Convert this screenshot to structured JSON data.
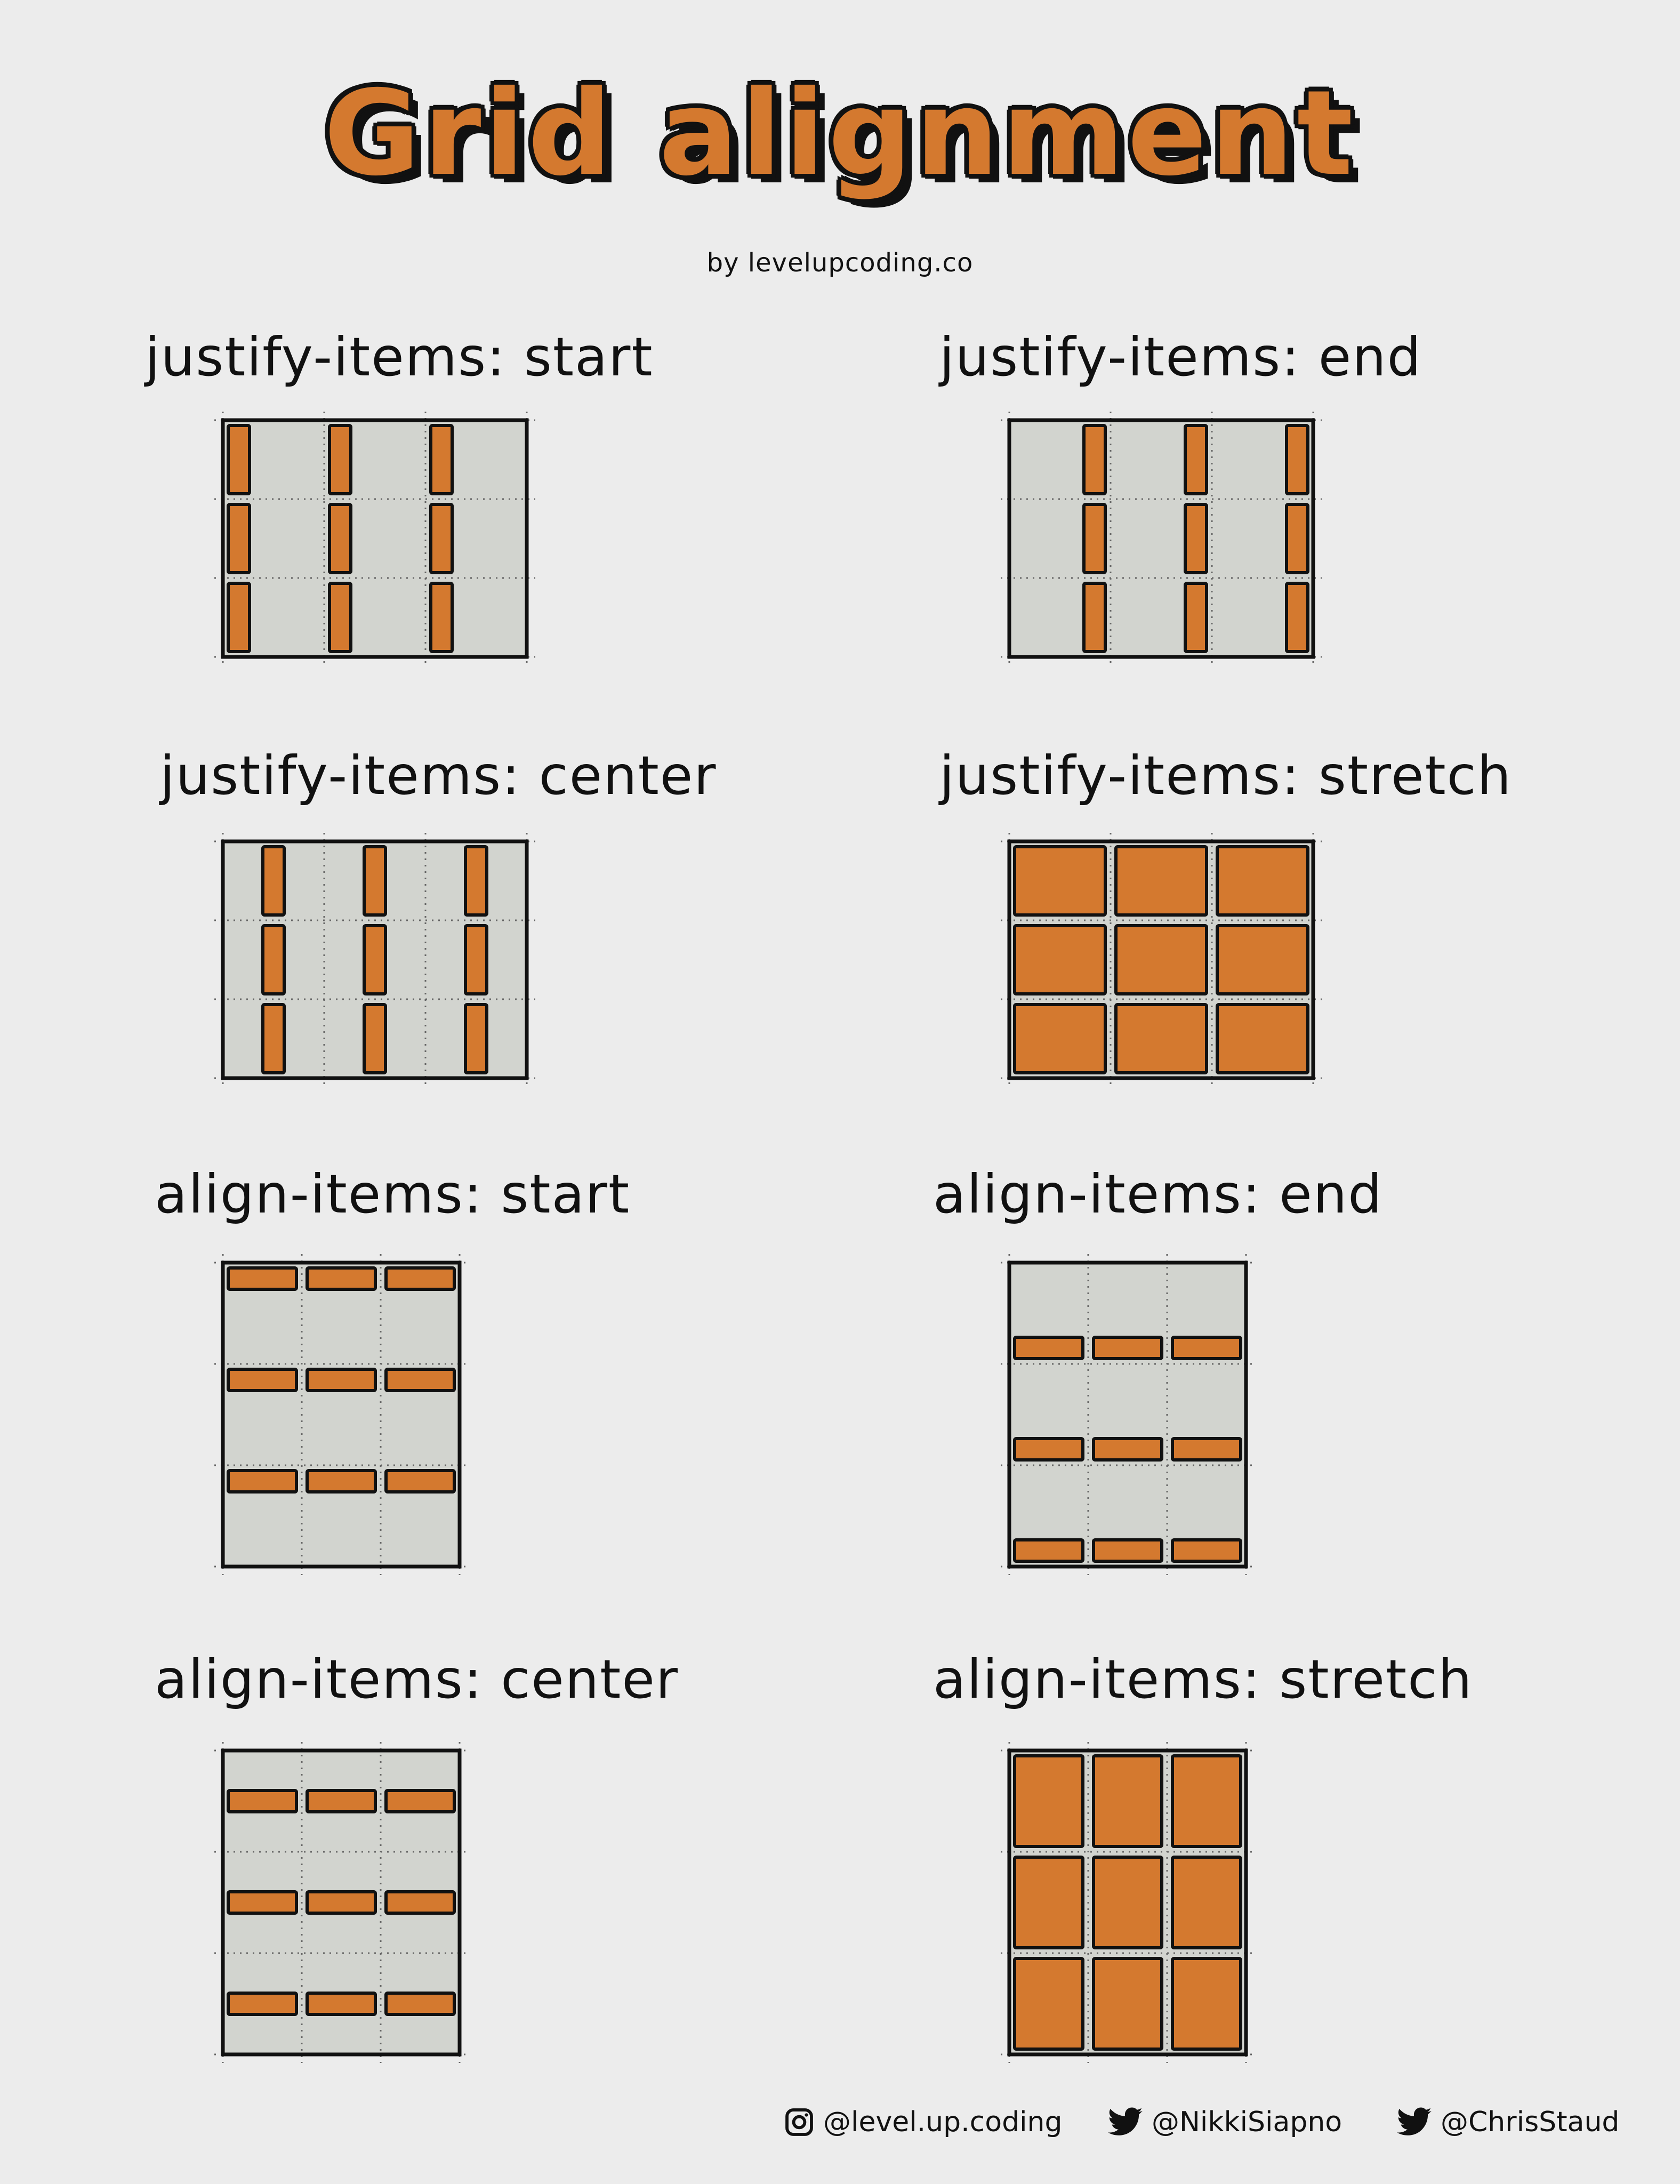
{
  "header": {
    "title": "Grid alignment",
    "byline": "by levelupcoding.co"
  },
  "colors": {
    "background": "#ececec",
    "grid_fill": "#d2d4cf",
    "item_fill": "#d4792f",
    "ink": "#111111"
  },
  "panels": [
    {
      "label": "justify-items: start",
      "axis": "justify",
      "value": "start"
    },
    {
      "label": "justify-items: end",
      "axis": "justify",
      "value": "end"
    },
    {
      "label": "justify-items: center",
      "axis": "justify",
      "value": "center"
    },
    {
      "label": "justify-items: stretch",
      "axis": "justify",
      "value": "stretch"
    },
    {
      "label": "align-items: start",
      "axis": "align",
      "value": "start"
    },
    {
      "label": "align-items: end",
      "axis": "align",
      "value": "end"
    },
    {
      "label": "align-items: center",
      "axis": "align",
      "value": "center"
    },
    {
      "label": "align-items: stretch",
      "axis": "align",
      "value": "stretch"
    }
  ],
  "grid": {
    "rows": 3,
    "cols": 3
  },
  "footer": {
    "instagram": {
      "icon": "instagram-icon",
      "handle": "@level.up.coding"
    },
    "twitter_1": {
      "icon": "twitter-icon",
      "handle": "@NikkiSiapno"
    },
    "twitter_2": {
      "icon": "twitter-icon",
      "handle": "@ChrisStaud"
    }
  }
}
